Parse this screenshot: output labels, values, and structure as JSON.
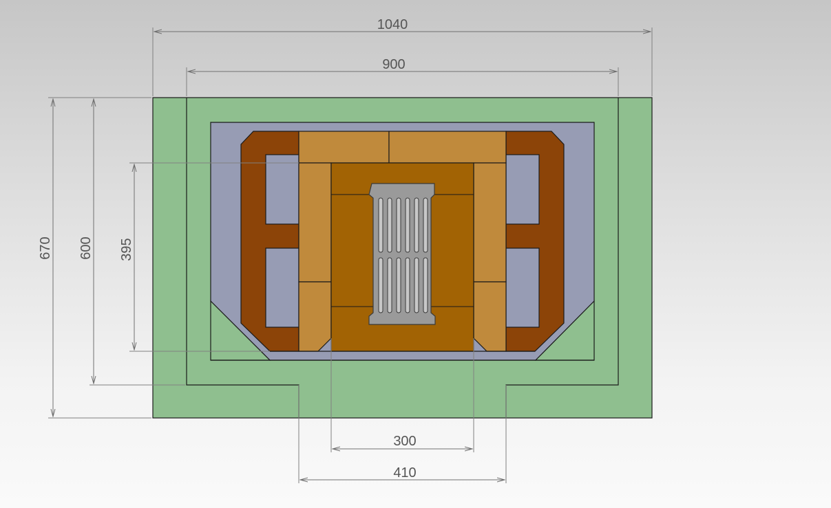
{
  "drawing": {
    "view": "top",
    "colors": {
      "background_top": "#c6c6c6",
      "background_bottom": "#fafafa",
      "base_slab": "#8fbf8f",
      "insulation": "#979cb4",
      "outer_brick": "#8c4408",
      "fire_brick": "#c08a3c",
      "firebox_floor": "#a26304",
      "grate": "#9a9a9a",
      "grate_slot": "#c7c7c7",
      "dimension_line": "#707070",
      "dimension_text": "#555555"
    },
    "components": [
      "base-slab",
      "insulation-layer",
      "outer-brick-ring",
      "fire-brick-lining",
      "firebox-floor",
      "cast-iron-grate"
    ]
  },
  "dimensions": {
    "width_overall": "1040",
    "width_inner": "900",
    "height_overall": "670",
    "height_inner": "600",
    "height_firebox": "395",
    "firebox_opening": "300",
    "front_opening": "410"
  }
}
